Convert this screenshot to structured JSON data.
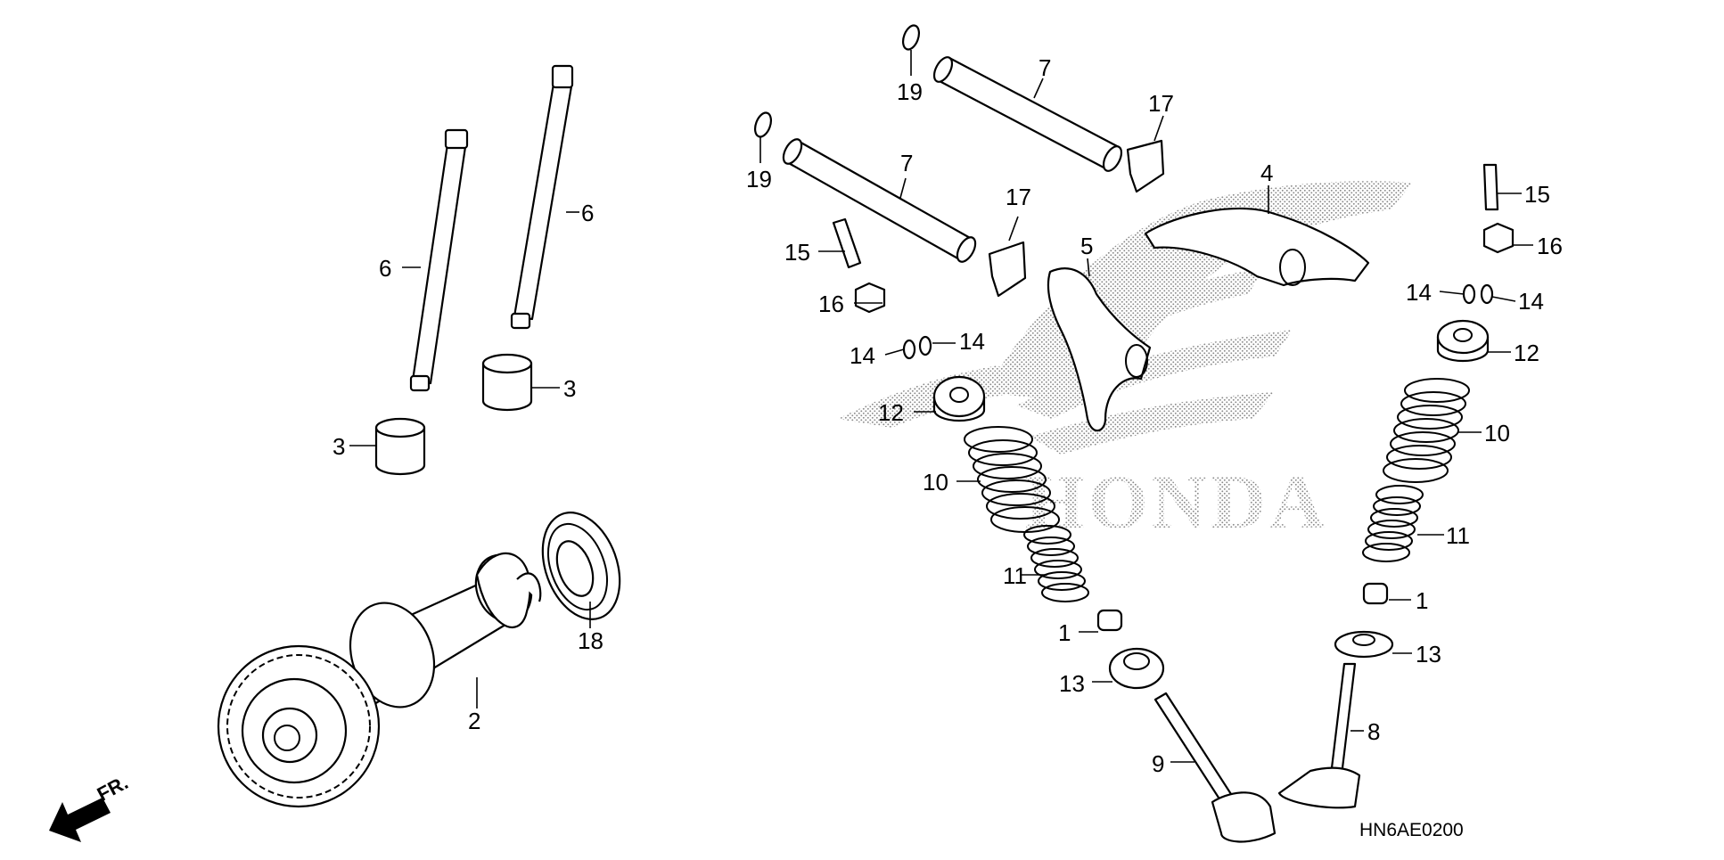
{
  "diagram": {
    "code": "HN6AE0200",
    "direction_label": "FR.",
    "logo_text": "HONDA",
    "callouts": {
      "c1a": "1",
      "c1b": "1",
      "c2": "2",
      "c3a": "3",
      "c3b": "3",
      "c4": "4",
      "c5": "5",
      "c6a": "6",
      "c6b": "6",
      "c7a": "7",
      "c7b": "7",
      "c8": "8",
      "c9": "9",
      "c10a": "10",
      "c10b": "10",
      "c11a": "11",
      "c11b": "11",
      "c12a": "12",
      "c12b": "12",
      "c13a": "13",
      "c13b": "13",
      "c14a": "14",
      "c14b": "14",
      "c14c": "14",
      "c14d": "14",
      "c15a": "15",
      "c15b": "15",
      "c16a": "16",
      "c16b": "16",
      "c17a": "17",
      "c17b": "17",
      "c18": "18",
      "c19a": "19",
      "c19b": "19"
    }
  }
}
